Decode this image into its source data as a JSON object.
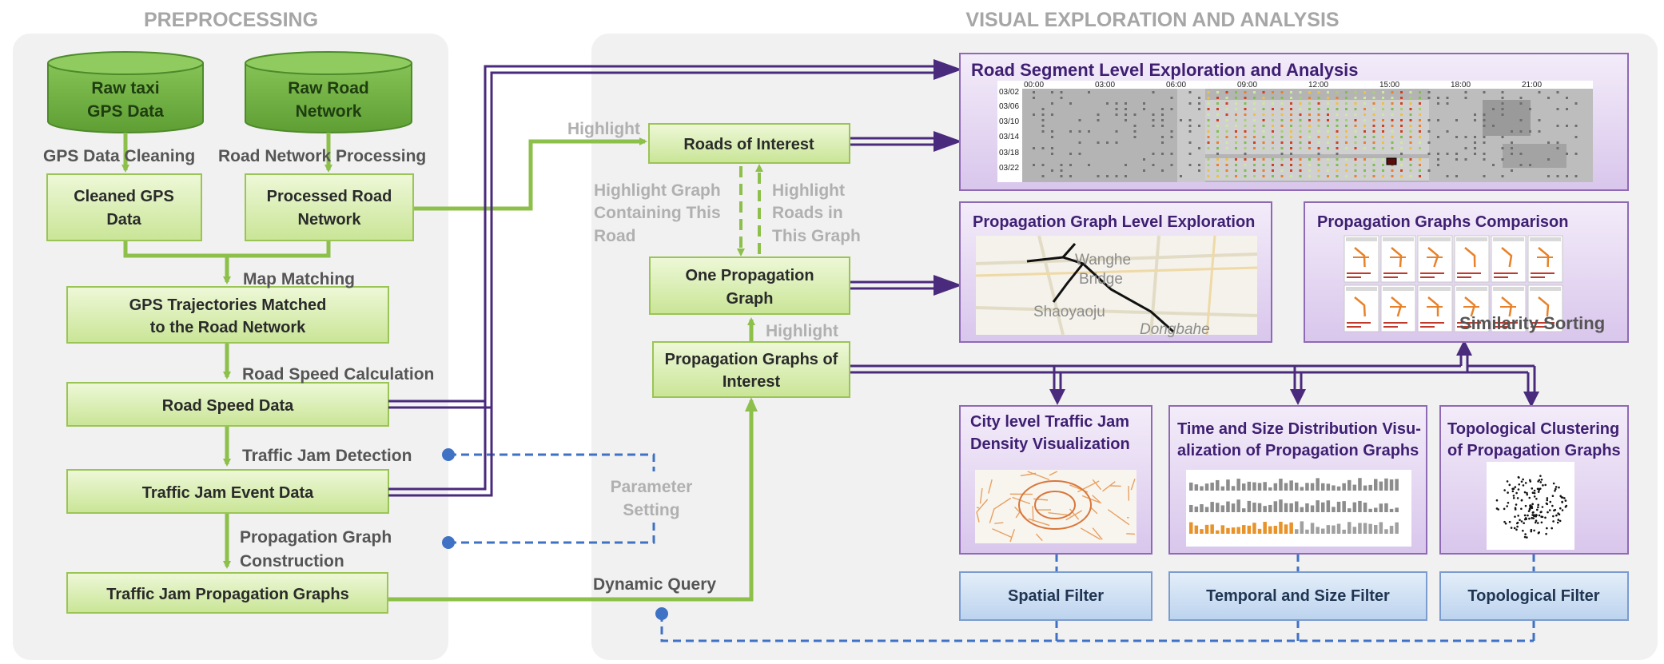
{
  "sections": {
    "preprocessing": "PREPROCESSING",
    "visual": "VISUAL EXPLORATION AND ANALYSIS"
  },
  "databases": {
    "raw_gps": [
      "Raw taxi",
      "GPS Data"
    ],
    "raw_road": [
      "Raw Road",
      "Network"
    ]
  },
  "preprocessing_boxes": {
    "cleaned_gps": [
      "Cleaned GPS",
      "Data"
    ],
    "processed_road": [
      "Processed  Road",
      "Network"
    ],
    "matched": [
      "GPS Trajectories Matched",
      "to the Road Network"
    ],
    "road_speed": "Road Speed Data",
    "jam_event": "Traffic Jam Event Data",
    "propagation": "Traffic Jam Propagation Graphs"
  },
  "steps": {
    "gps_cleaning": "GPS Data Cleaning",
    "road_processing": "Road Network Processing",
    "map_matching": "Map Matching",
    "speed_calc": "Road Speed Calculation",
    "jam_detection": "Traffic Jam Detection",
    "prop_construction": [
      "Propagation Graph",
      "Construction"
    ]
  },
  "middle_boxes": {
    "roads_interest": "Roads of Interest",
    "one_graph": [
      "One Propagation",
      "Graph"
    ],
    "graphs_interest": [
      "Propagation Graphs of",
      "Interest"
    ]
  },
  "middle_labels": {
    "highlight_top": "Highlight",
    "highlight_graph": [
      "Highlight Graph",
      "Containing This",
      "Road"
    ],
    "highlight_roads": [
      "Highlight",
      "Roads in",
      "This Graph"
    ],
    "highlight_mid": "Highlight",
    "parameter_setting": [
      "Parameter",
      "Setting"
    ],
    "dynamic_query": "Dynamic Query"
  },
  "views": {
    "road_segment": {
      "title": "Road Segment Level Exploration and Analysis",
      "times": [
        "00:00",
        "03:00",
        "06:00",
        "09:00",
        "12:00",
        "15:00",
        "18:00",
        "21:00"
      ],
      "dates": [
        "03/02",
        "03/06",
        "03/10",
        "03/14",
        "03/18",
        "03/22"
      ]
    },
    "graph_level": {
      "title": "Propagation Graph Level Exploration",
      "places": [
        "Wanghe",
        "Bridge",
        "Shaoyaoju",
        "Dongbahe"
      ]
    },
    "comparison": {
      "title": "Propagation Graphs Comparison",
      "sorting": "Similarity Sorting"
    },
    "city_level": {
      "title": [
        "City level Traffic Jam",
        "Density Visualization"
      ]
    },
    "time_size": {
      "title": [
        "Time and Size Distribution Visu-",
        "alization of Propagation Graphs"
      ]
    },
    "topological": {
      "title": [
        "Topological Clustering",
        "of Propagation Graphs"
      ]
    }
  },
  "filters": {
    "spatial": "Spatial Filter",
    "temporal": "Temporal and Size Filter",
    "topological": "Topological Filter"
  },
  "colors": {
    "green_box": "#d7eeaa",
    "green_stroke": "#9bc456",
    "green_arrow": "#8dc04a",
    "db_fill": "#74b544",
    "purple_arrow": "#4a2a7c",
    "purple_box": "#e6d8f2",
    "filter_box": "#cfdff1",
    "blue_dash": "#3f72c4",
    "panel": "#f1f1f1"
  }
}
